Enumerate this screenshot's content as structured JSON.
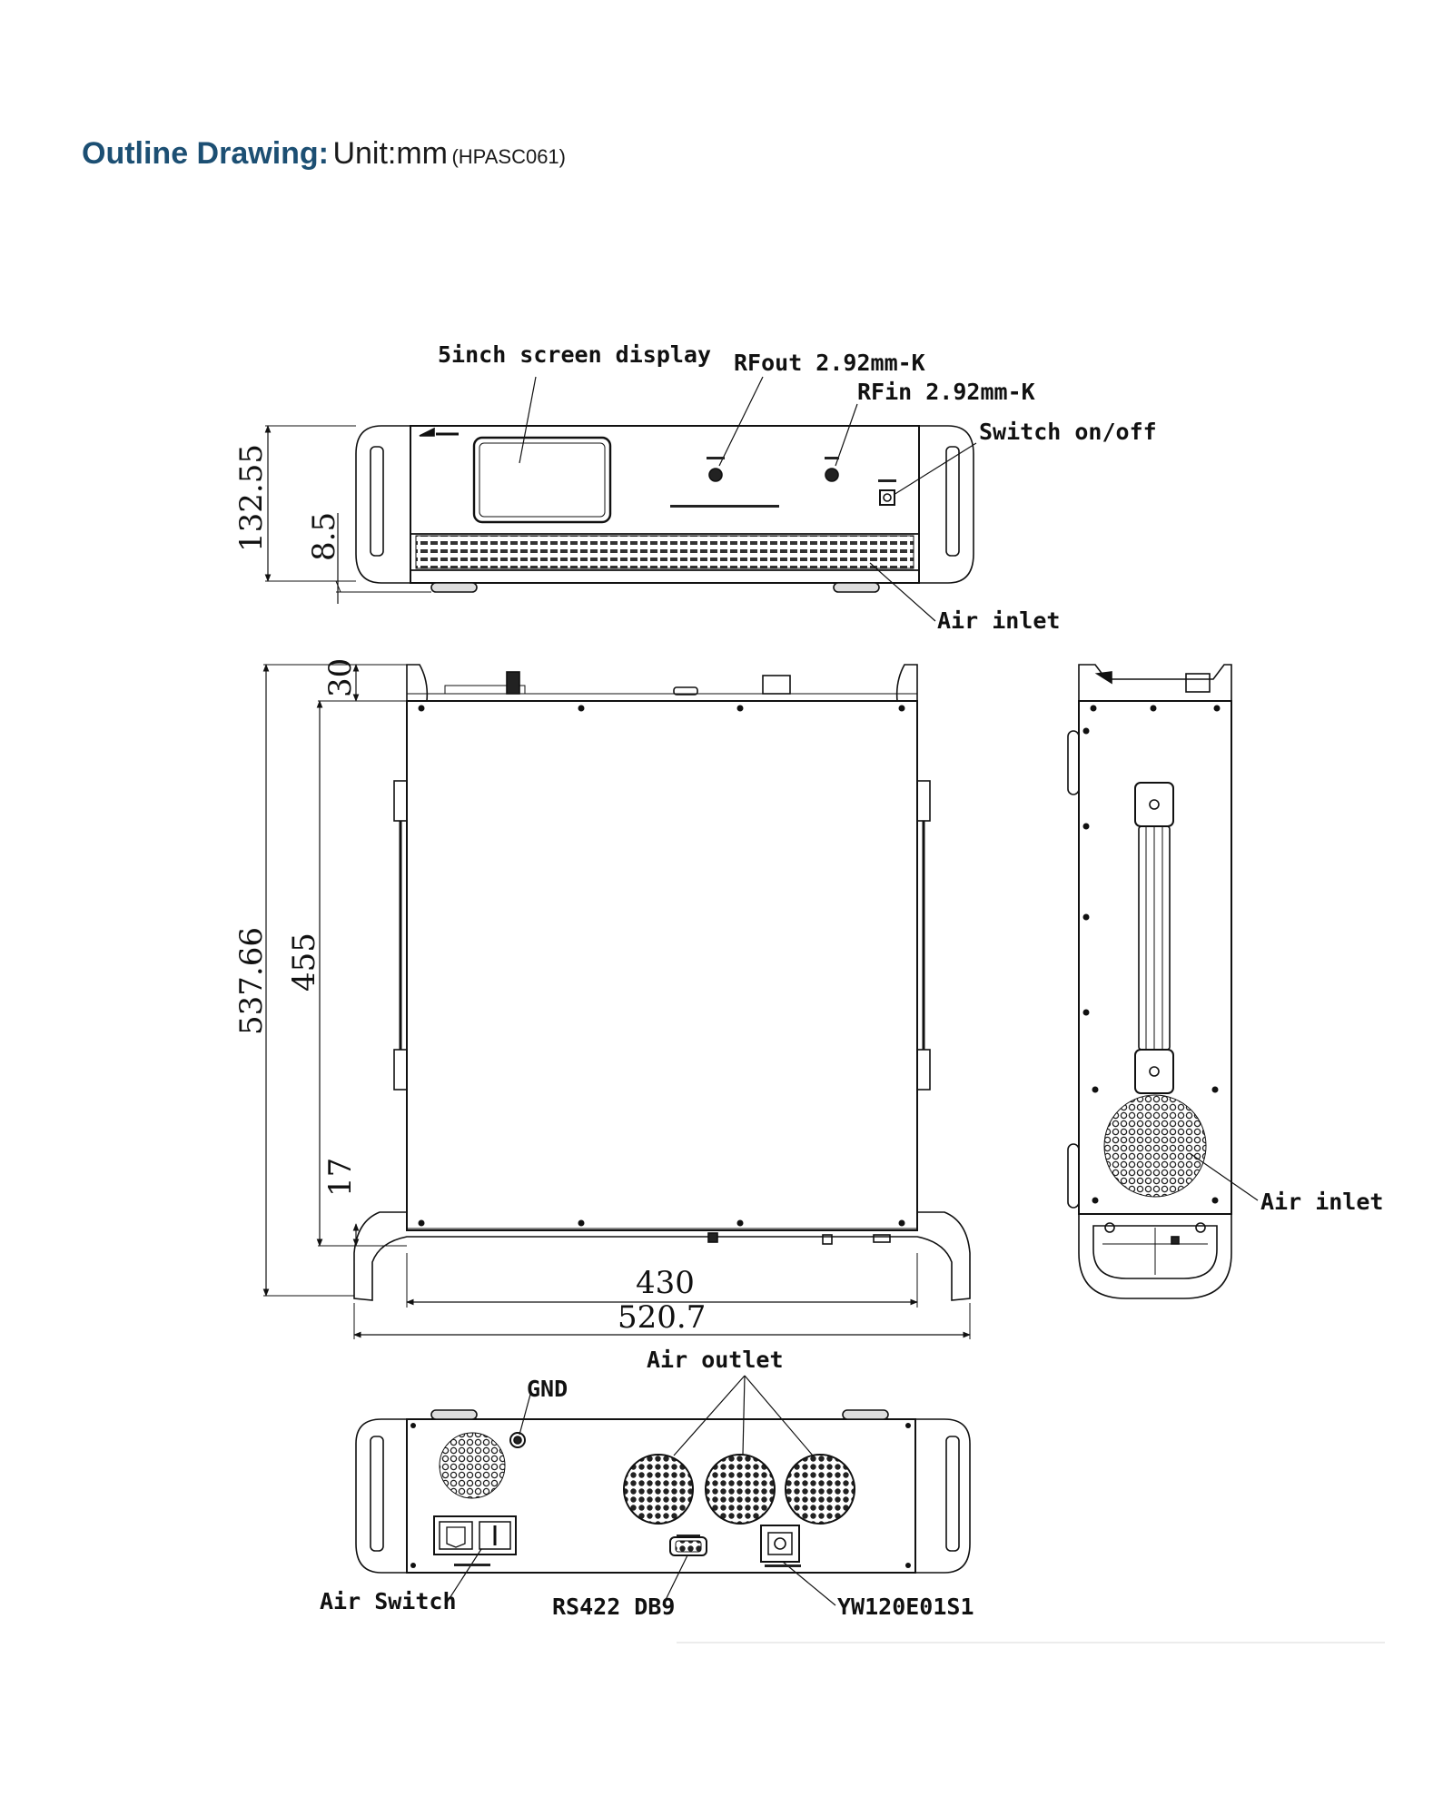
{
  "heading": {
    "title": "Outline Drawing:",
    "unit": "Unit:mm",
    "model": "(HPASC061)"
  },
  "front_view": {
    "labels": {
      "screen": "5inch screen display",
      "rf_out": "RFout 2.92mm-K",
      "rf_in": "RFin 2.92mm-K",
      "switch": "Switch on/off",
      "air_inlet": "Air inlet"
    },
    "dimensions": {
      "height": "132.55",
      "foot": "8.5"
    }
  },
  "top_view": {
    "dimensions": {
      "depth_total": "537.66",
      "depth_body": "455",
      "rear_offset": "30",
      "front_offset": "17",
      "width_body": "430",
      "width_total": "520.7"
    }
  },
  "side_view": {
    "labels": {
      "air_inlet": "Air inlet"
    }
  },
  "rear_view": {
    "labels": {
      "gnd": "GND",
      "air_outlet": "Air outlet",
      "air_switch": "Air Switch",
      "rs422": "RS422 DB9",
      "connector": "YW120E01S1"
    }
  }
}
